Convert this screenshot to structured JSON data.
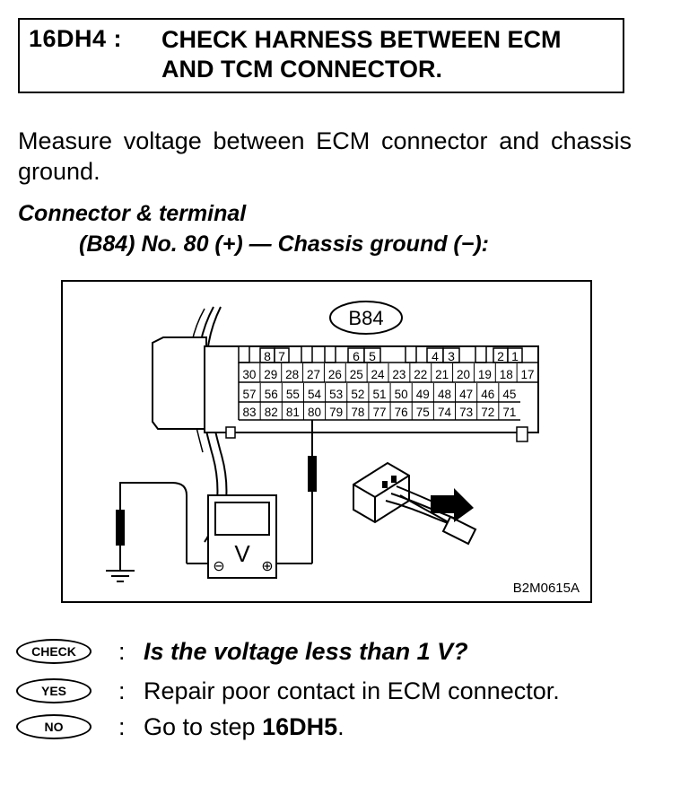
{
  "header": {
    "step_id": "16DH4 :",
    "title_line1": "CHECK HARNESS BETWEEN ECM",
    "title_line2": "AND TCM CONNECTOR."
  },
  "instruction": "Measure voltage between ECM connector and chassis ground.",
  "connector_terminal": {
    "heading": "Connector & terminal",
    "detail": "(B84) No. 80 (+) — Chassis ground (−):"
  },
  "figure": {
    "connector_label": "B84",
    "figure_code": "B2M0615A",
    "top_row_pins": [
      "8",
      "7",
      "6",
      "5",
      "4",
      "3",
      "2",
      "1"
    ],
    "row1_pins": [
      "30",
      "29",
      "28",
      "27",
      "26",
      "25",
      "24",
      "23",
      "22",
      "21",
      "20",
      "19",
      "18",
      "17"
    ],
    "row2_pins": [
      "57",
      "56",
      "55",
      "54",
      "53",
      "52",
      "51",
      "50",
      "49",
      "48",
      "47",
      "46",
      "45"
    ],
    "row3_pins": [
      "83",
      "82",
      "81",
      "80",
      "79",
      "78",
      "77",
      "76",
      "75",
      "74",
      "73",
      "72",
      "71"
    ],
    "meter_symbol": "V",
    "meter_minus": "⊖",
    "meter_plus": "⊕"
  },
  "qa": {
    "check_badge": "CHECK",
    "check_text": "Is the voltage less than 1 V?",
    "yes_badge": "YES",
    "yes_text": "Repair poor contact in ECM connector.",
    "no_badge": "NO",
    "no_text_prefix": "Go to step ",
    "no_step": "16DH5",
    "no_suffix": ".",
    "colon": ":"
  }
}
